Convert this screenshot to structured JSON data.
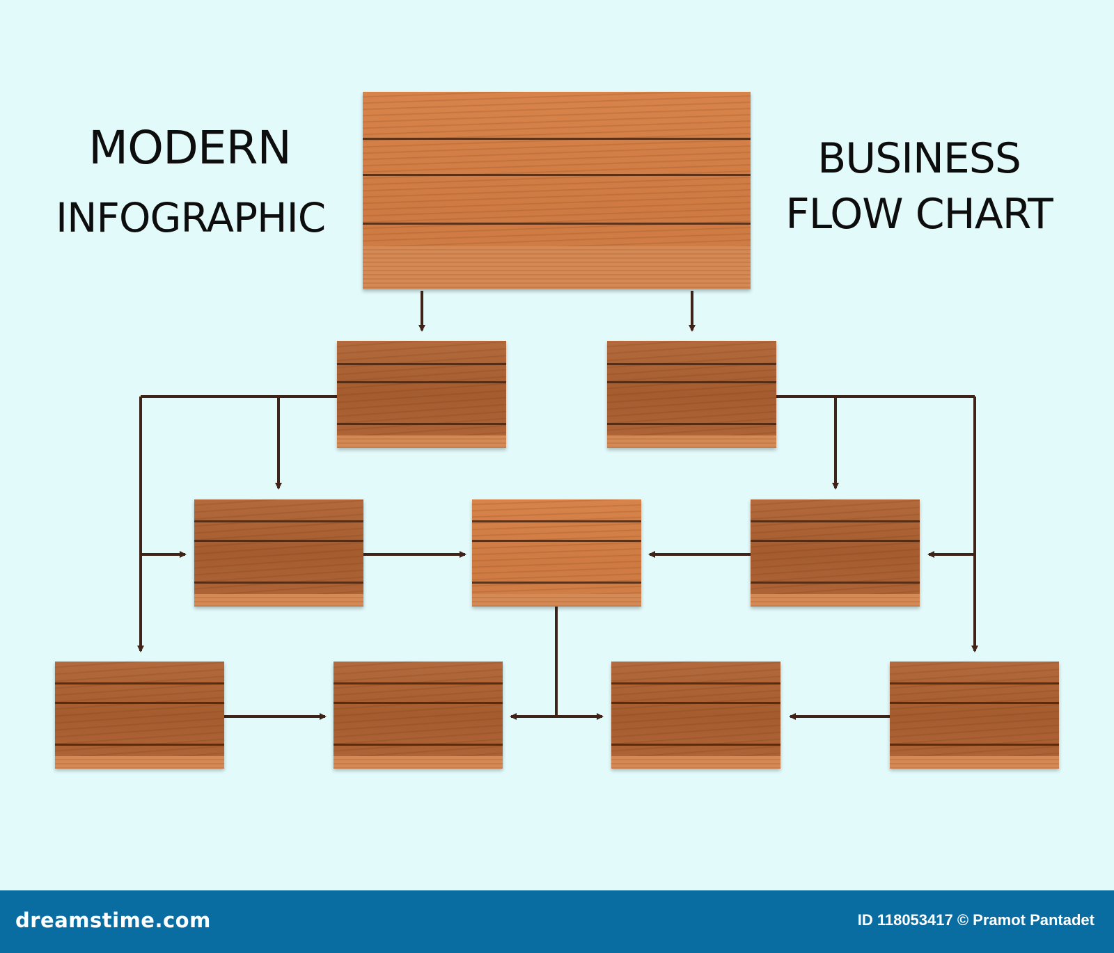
{
  "title_left": {
    "line1": "MODERN",
    "line2": "INFOGRAPHIC"
  },
  "title_right": {
    "line1": "BUSINESS",
    "line2": "FLOW CHART"
  },
  "footer": {
    "brand": "dreamstime.com",
    "credit": "ID 118053417 © Pramot Pantadet"
  },
  "colors": {
    "background": "#e3fafb",
    "wood_light": "#d07c44",
    "wood_dark": "#a65d30",
    "connector": "#3f2318",
    "footer_bar": "#0a6da2"
  },
  "diagram": {
    "nodes": [
      {
        "id": "root"
      },
      {
        "id": "level1-left"
      },
      {
        "id": "level1-right"
      },
      {
        "id": "level2-left"
      },
      {
        "id": "level2-center"
      },
      {
        "id": "level2-right"
      },
      {
        "id": "level3-1"
      },
      {
        "id": "level3-2"
      },
      {
        "id": "level3-3"
      },
      {
        "id": "level3-4"
      }
    ],
    "edges": [
      {
        "from": "root",
        "to": "level1-left"
      },
      {
        "from": "root",
        "to": "level1-right"
      },
      {
        "from": "level1-left",
        "to": "level2-left"
      },
      {
        "from": "level1-left",
        "to": "level3-1"
      },
      {
        "from": "level1-right",
        "to": "level2-right"
      },
      {
        "from": "level1-right",
        "to": "level3-4"
      },
      {
        "from": "level2-left",
        "to": "level2-center"
      },
      {
        "from": "level2-right",
        "to": "level2-center"
      },
      {
        "from": "level2-center",
        "to": "level3-2"
      },
      {
        "from": "level2-center",
        "to": "level3-3"
      },
      {
        "from": "level3-1",
        "to": "level3-2"
      },
      {
        "from": "level3-4",
        "to": "level3-3"
      }
    ]
  }
}
